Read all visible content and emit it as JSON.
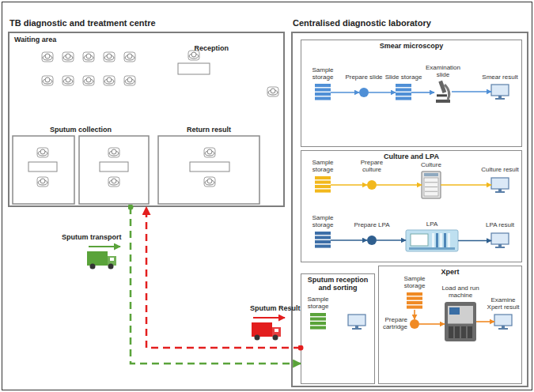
{
  "diagram": {
    "nodes": [
      {
        "text": [
          "TB diagnostic and treatment centre"
        ]
      },
      {
        "text": [
          "Waiting area"
        ],
        "in": 0
      },
      {
        "text": [
          "Reception"
        ],
        "in": 1
      },
      {
        "text": [
          "Sputum collection"
        ],
        "in": 0
      },
      {
        "text": [
          "Return result"
        ],
        "in": 0
      },
      {
        "text": [
          "Centralised diagnostic laboratory"
        ]
      },
      {
        "text": [
          "Smear microscopy"
        ],
        "in": 5
      },
      {
        "text": [
          "Sample storage"
        ],
        "in": 6
      },
      {
        "text": [
          "Prepare slide"
        ],
        "in": 6
      },
      {
        "text": [
          "Slide storage"
        ],
        "in": 6
      },
      {
        "text": [
          "Examination slide"
        ],
        "in": 6
      },
      {
        "text": [
          "Smear result"
        ],
        "in": 6
      },
      {
        "text": [
          "Culture and LPA"
        ],
        "in": 5
      },
      {
        "text": [
          "Sample storage"
        ],
        "in": 12
      },
      {
        "text": [
          "Prepare culture"
        ],
        "in": 12
      },
      {
        "text": [
          "Culture"
        ],
        "in": 12
      },
      {
        "text": [
          "Culture result"
        ],
        "in": 12
      },
      {
        "text": [
          "Sample storage"
        ],
        "in": 12
      },
      {
        "text": [
          "Prepare LPA"
        ],
        "in": 12
      },
      {
        "text": [
          "LPA"
        ],
        "in": 12
      },
      {
        "text": [
          "LPA result"
        ],
        "in": 12
      },
      {
        "text": [
          "Xpert"
        ],
        "in": 5
      },
      {
        "text": [
          "Sample storage"
        ],
        "in": 21
      },
      {
        "text": [
          "Prepare cartridge"
        ],
        "in": 21
      },
      {
        "text": [
          "Load and run machine"
        ],
        "in": 21
      },
      {
        "text": [
          "Examine Xpert result"
        ],
        "in": 21
      },
      {
        "text": [
          "Sputum reception and sorting"
        ],
        "in": 5
      },
      {
        "text": [
          "Sample storage"
        ],
        "in": 26
      }
    ],
    "edges": [
      {
        "from": 7,
        "to": 8,
        "arrow": "to"
      },
      {
        "from": 8,
        "to": 9,
        "arrow": "to"
      },
      {
        "from": 9,
        "to": 10,
        "arrow": "to"
      },
      {
        "from": 10,
        "to": 11,
        "arrow": "to"
      },
      {
        "from": 13,
        "to": 14,
        "arrow": "to"
      },
      {
        "from": 14,
        "to": 15,
        "arrow": "to"
      },
      {
        "from": 15,
        "to": 16,
        "arrow": "to"
      },
      {
        "from": 17,
        "to": 18,
        "arrow": "to"
      },
      {
        "from": 18,
        "to": 19,
        "arrow": "to"
      },
      {
        "from": 19,
        "to": 20,
        "arrow": "to"
      },
      {
        "from": 22,
        "to": 23,
        "arrow": "to"
      },
      {
        "from": 23,
        "to": 24,
        "arrow": "to"
      },
      {
        "from": 24,
        "to": 25,
        "arrow": "to"
      },
      {
        "from": 0,
        "to": 26,
        "label": "Sputum transport",
        "arrow": "to"
      },
      {
        "from": 26,
        "to": 0,
        "label": "Sputum Result",
        "arrow": "to"
      }
    ]
  }
}
